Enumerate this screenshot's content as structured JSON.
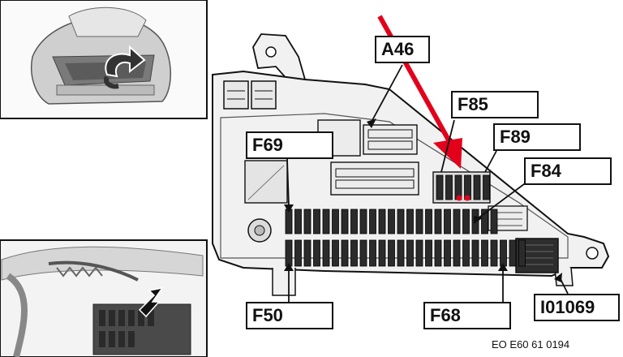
{
  "labels": {
    "A46": "A46",
    "F85": "F85",
    "F89": "F89",
    "F84": "F84",
    "F69": "F69",
    "F50": "F50",
    "F68": "F68",
    "I01069": "I01069"
  },
  "footer_code": "EO E60 61 0194",
  "colors": {
    "arrow": "#e3001b",
    "fuse_dot": "#e3001b",
    "outline": "#111111",
    "housing": "#f1f1f1",
    "fuse": "#2b2b2b"
  }
}
